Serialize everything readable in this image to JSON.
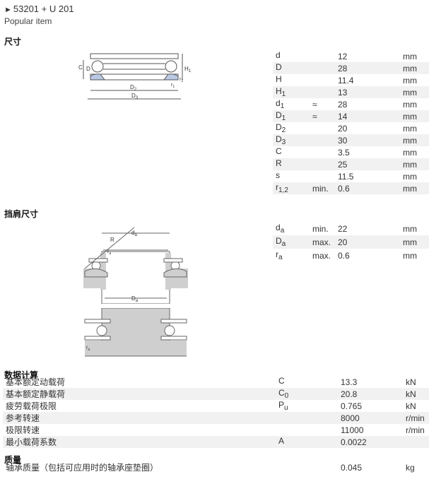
{
  "header": {
    "title": "53201 + U 201",
    "subtitle": "Popular item"
  },
  "sections": {
    "dimensions": "尺寸",
    "abutment": "挡肩尺寸",
    "calc": "数据计算",
    "mass": "质量"
  },
  "dimensions": [
    {
      "sym": "d",
      "sub": "",
      "qual": "",
      "val": "12",
      "unit": "mm"
    },
    {
      "sym": "D",
      "sub": "",
      "qual": "",
      "val": "28",
      "unit": "mm"
    },
    {
      "sym": "H",
      "sub": "",
      "qual": "",
      "val": "11.4",
      "unit": "mm"
    },
    {
      "sym": "H",
      "sub": "1",
      "qual": "",
      "val": "13",
      "unit": "mm"
    },
    {
      "sym": "d",
      "sub": "1",
      "qual": "≈",
      "val": "28",
      "unit": "mm"
    },
    {
      "sym": "D",
      "sub": "1",
      "qual": "≈",
      "val": "14",
      "unit": "mm"
    },
    {
      "sym": "D",
      "sub": "2",
      "qual": "",
      "val": "20",
      "unit": "mm"
    },
    {
      "sym": "D",
      "sub": "3",
      "qual": "",
      "val": "30",
      "unit": "mm"
    },
    {
      "sym": "C",
      "sub": "",
      "qual": "",
      "val": "3.5",
      "unit": "mm"
    },
    {
      "sym": "R",
      "sub": "",
      "qual": "",
      "val": "25",
      "unit": "mm"
    },
    {
      "sym": "s",
      "sub": "",
      "qual": "",
      "val": "11.5",
      "unit": "mm"
    },
    {
      "sym": "r",
      "sub": "1,2",
      "qual": "min.",
      "val": "0.6",
      "unit": "mm"
    }
  ],
  "abutment": [
    {
      "sym": "d",
      "sub": "a",
      "qual": "min.",
      "val": "22",
      "unit": "mm"
    },
    {
      "sym": "D",
      "sub": "a",
      "qual": "max.",
      "val": "20",
      "unit": "mm"
    },
    {
      "sym": "r",
      "sub": "a",
      "qual": "max.",
      "val": "0.6",
      "unit": "mm"
    }
  ],
  "calc": [
    {
      "name": "基本额定动载荷",
      "sym": "C",
      "sub": "",
      "val": "13.3",
      "unit": "kN"
    },
    {
      "name": "基本额定静载荷",
      "sym": "C",
      "sub": "0",
      "val": "20.8",
      "unit": "kN"
    },
    {
      "name": "疲劳载荷极限",
      "sym": "P",
      "sub": "u",
      "val": "0.765",
      "unit": "kN"
    },
    {
      "name": "参考转速",
      "sym": "",
      "sub": "",
      "val": "8000",
      "unit": "r/min"
    },
    {
      "name": "极限转速",
      "sym": "",
      "sub": "",
      "val": "11000",
      "unit": "r/min"
    },
    {
      "name": "最小载荷系数",
      "sym": "A",
      "sub": "",
      "val": "0.0022",
      "unit": ""
    }
  ],
  "mass": [
    {
      "name": "轴承质量（包括可应用时的轴承座垫圈）",
      "sym": "",
      "sub": "",
      "val": "0.045",
      "unit": "kg"
    }
  ],
  "drawing_labels": {
    "C": "C",
    "D": "D",
    "D2": "D",
    "D2sub": "2",
    "D3": "D",
    "D3sub": "3",
    "H1": "H",
    "H1sub": "1",
    "r1": "r",
    "r1sub": "1",
    "r2": "r",
    "r2sub": "2",
    "R": "R",
    "da": "d",
    "dasub": "a",
    "Da": "D",
    "Dasub": "a",
    "ra": "r",
    "rasub": "a"
  },
  "colors": {
    "row_alt": "#f1f1f1",
    "drawing_fill": "#cfcfcf",
    "drawing_blue": "#b9c8e3"
  }
}
